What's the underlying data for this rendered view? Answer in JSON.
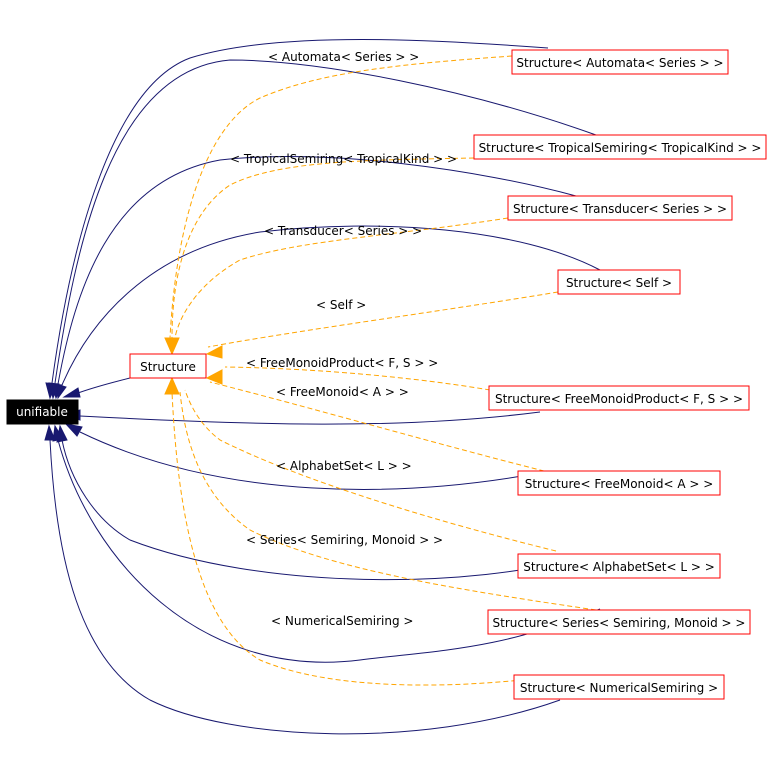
{
  "diagram": {
    "root_label": "unifiable",
    "base_label": "Structure",
    "colors": {
      "inheritance_edge": "#191970",
      "template_edge": "#ffa500",
      "node_border": "#ff0000",
      "root_fill": "#000000",
      "root_text": "#ffffff"
    },
    "classes": [
      {
        "id": "automata",
        "label": "Structure< Automata< Series > >",
        "edge_label": "< Automata< Series > >"
      },
      {
        "id": "tropical",
        "label": "Structure< TropicalSemiring< TropicalKind > >",
        "edge_label": "< TropicalSemiring< TropicalKind > >"
      },
      {
        "id": "transducer",
        "label": "Structure< Transducer< Series > >",
        "edge_label": "< Transducer< Series > >"
      },
      {
        "id": "self",
        "label": "Structure< Self >",
        "edge_label": "< Self >"
      },
      {
        "id": "freemonoidproduct",
        "label": "Structure< FreeMonoidProduct< F, S > >",
        "edge_label": "< FreeMonoidProduct< F, S > >"
      },
      {
        "id": "freemonoid",
        "label": "Structure< FreeMonoid< A > >",
        "edge_label": "< FreeMonoid< A > >"
      },
      {
        "id": "alphabetset",
        "label": "Structure< AlphabetSet< L > >",
        "edge_label": "< AlphabetSet< L > >"
      },
      {
        "id": "series",
        "label": "Structure< Series< Semiring, Monoid > >",
        "edge_label": "< Series< Semiring, Monoid > >"
      },
      {
        "id": "numerical",
        "label": "Structure< NumericalSemiring >",
        "edge_label": "< NumericalSemiring >"
      }
    ]
  }
}
